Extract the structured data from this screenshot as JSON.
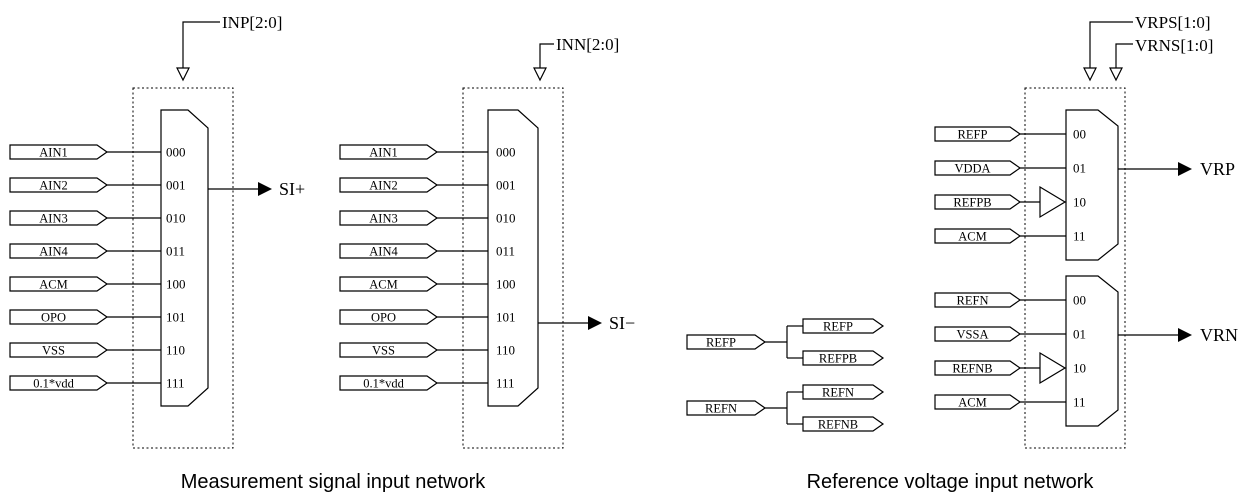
{
  "measurement": {
    "caption": "Measurement signal input network",
    "mux_p": {
      "select": "INP[2:0]",
      "output": "SI+",
      "codes": [
        "000",
        "001",
        "010",
        "011",
        "100",
        "101",
        "110",
        "111"
      ],
      "inputs": [
        "AIN1",
        "AIN2",
        "AIN3",
        "AIN4",
        "ACM",
        "OPO",
        "VSS",
        "0.1*vdd"
      ]
    },
    "mux_n": {
      "select": "INN[2:0]",
      "output": "SI−",
      "codes": [
        "000",
        "001",
        "010",
        "011",
        "100",
        "101",
        "110",
        "111"
      ],
      "inputs": [
        "AIN1",
        "AIN2",
        "AIN3",
        "AIN4",
        "ACM",
        "OPO",
        "VSS",
        "0.1*vdd"
      ]
    }
  },
  "reference": {
    "caption": "Reference voltage input network",
    "select_p": "VRPS[1:0]",
    "select_n": "VRNS[1:0]",
    "mux_p": {
      "output": "VRP",
      "codes": [
        "00",
        "01",
        "10",
        "11"
      ],
      "inputs": [
        "REFP",
        "VDDA",
        "REFPB",
        "ACM"
      ]
    },
    "mux_n": {
      "output": "VRN",
      "codes": [
        "00",
        "01",
        "10",
        "11"
      ],
      "inputs": [
        "REFN",
        "VSSA",
        "REFNB",
        "ACM"
      ]
    },
    "splitters": [
      {
        "input": "REFP",
        "outputs": [
          "REFP",
          "REFPB"
        ]
      },
      {
        "input": "REFN",
        "outputs": [
          "REFN",
          "REFNB"
        ]
      }
    ]
  }
}
